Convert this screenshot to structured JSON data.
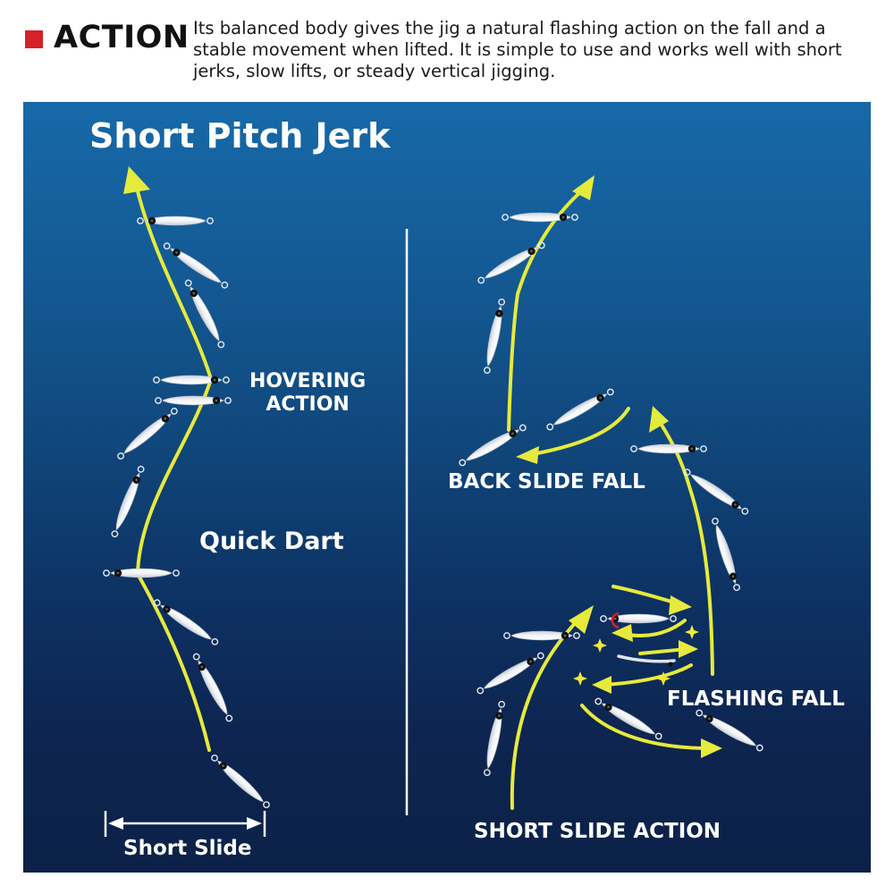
{
  "header": {
    "title": "ACTION",
    "description_lines": [
      "Its balanced body gives the jig a natural flashing action on the fall and a",
      "stable movement when lifted. It is simple to use and works well with short",
      "jerks, slow lifts, or steady vertical jigging."
    ],
    "accent_color": "#d52127"
  },
  "diagram": {
    "title": "Short Pitch Jerk",
    "labels": {
      "hovering_line1": "HOVERING",
      "hovering_line2": "ACTION",
      "quick_dart": "Quick Dart",
      "short_slide": "Short Slide",
      "back_slide_fall": "BACK SLIDE FALL",
      "flashing_fall": "FLASHING FALL",
      "short_slide_action": "SHORT SLIDE ACTION"
    },
    "colors": {
      "path": "#e6ea3c",
      "lure_body": "#f4f6f9",
      "lure_eye": "#111111",
      "hook": "#d52127"
    }
  }
}
